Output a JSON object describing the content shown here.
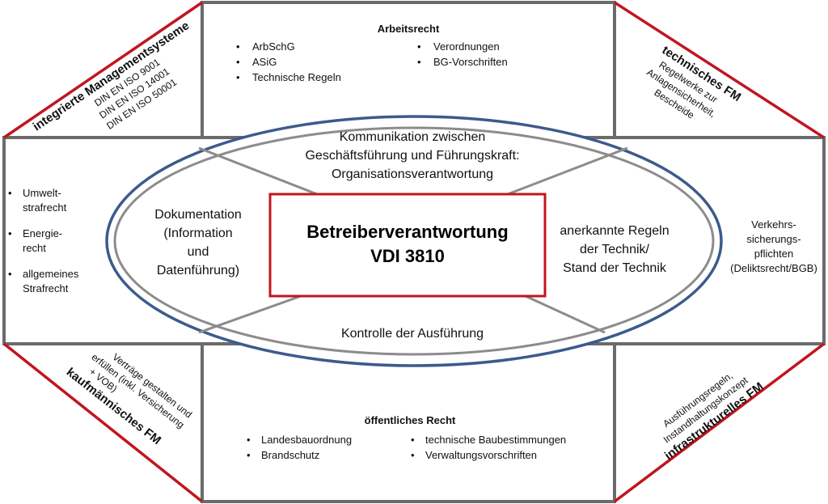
{
  "colors": {
    "red": "#c0161f",
    "blue": "#3b5b8c",
    "gray": "#6b6b6b",
    "light_gray": "#8c8c8c"
  },
  "top": {
    "title": "Arbeitsrecht",
    "left_items": [
      "ArbSchG",
      "ASiG",
      "Technische Regeln"
    ],
    "right_items": [
      "Verordnungen",
      "BG-Vorschriften"
    ]
  },
  "bottom": {
    "title": "öffentliches Recht",
    "left_items": [
      "Landesbauordnung",
      "Brandschutz"
    ],
    "right_items": [
      "technische Baubestimmungen",
      "Verwaltungsvorschriften"
    ]
  },
  "left": {
    "items": [
      [
        "Umwelt-",
        "strafrecht"
      ],
      [
        "Energie-",
        "recht"
      ],
      [
        "allgemeines",
        "Strafrecht"
      ]
    ]
  },
  "right": {
    "lines": [
      "Verkehrs-",
      "sicherungs-",
      "pflichten",
      "(Deliktsrecht/BGB)"
    ]
  },
  "corner_tl": {
    "title": "integrierte Managementsysteme",
    "lines": [
      "DIN EN ISO 9001",
      "DIN EN ISO 14001",
      "DIN EN  ISO 50001"
    ]
  },
  "corner_tr": {
    "title": "technisches FM",
    "lines": [
      "Regelwerke zur",
      "Anlagensicherheit,",
      "Bescheide"
    ]
  },
  "corner_bl": {
    "title": "kaufmännisches FM",
    "lines": [
      "Verträge gestalten und",
      "erfüllen (inkl. Versicherung",
      "+ VOB)"
    ]
  },
  "corner_br": {
    "title": "infrastrukturelles FM",
    "lines": [
      "Ausführungsregeln,",
      "Instandhaltungskonzept"
    ]
  },
  "ellipse": {
    "top": [
      "Kommunikation zwischen",
      "Geschäftsführung und Führungskraft:",
      "Organisationsverantwortung"
    ],
    "left": [
      "Dokumentation",
      "(Information",
      "und",
      "Datenführung)"
    ],
    "right": [
      "anerkannte Regeln",
      "der Technik/",
      "Stand der Technik"
    ],
    "bottom": [
      "Kontrolle der Ausführung"
    ]
  },
  "center": {
    "title": [
      "Betreiberverantwortung",
      "VDI 3810"
    ]
  }
}
